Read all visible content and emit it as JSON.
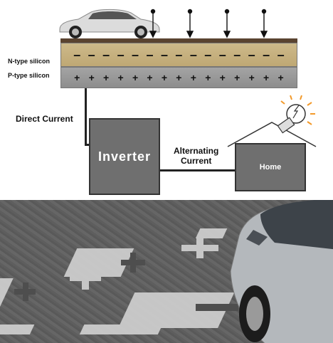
{
  "labels": {
    "n_type": "N-type silicon",
    "p_type": "P-type silicon",
    "direct_current": "Direct Current",
    "inverter": "Inverter",
    "alternating_current_line1": "Alternating",
    "alternating_current_line2": "Current",
    "home": "Home"
  },
  "symbols": {
    "n_sign": "–",
    "p_sign": "+"
  },
  "colors": {
    "n_layer": "#c8b27f",
    "p_layer": "#999999",
    "box_fill": "#6f6f6f",
    "bulb_rays": "#f39a2b",
    "road": "#5f5f5f"
  },
  "icons": {
    "car_top": "car-icon",
    "bulb": "light-bulb-icon",
    "car_street": "car-icon"
  }
}
